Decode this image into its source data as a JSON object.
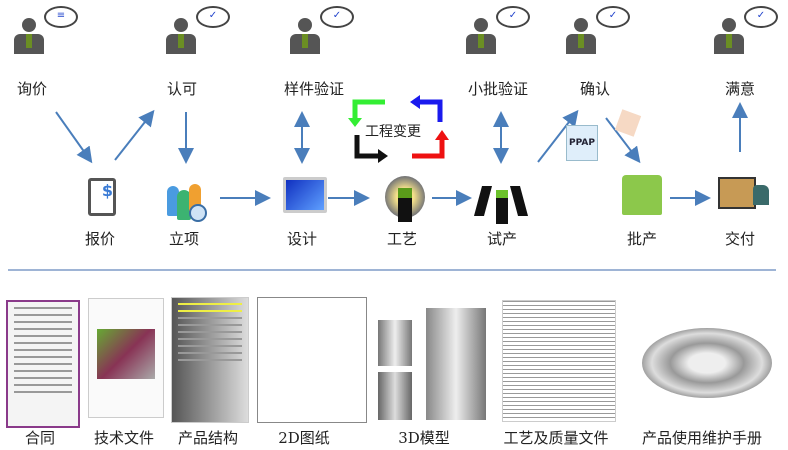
{
  "top_stages": [
    {
      "label": "询价"
    },
    {
      "label": "认可"
    },
    {
      "label": "样件验证"
    },
    {
      "label": "小批验证"
    },
    {
      "label": "确认"
    },
    {
      "label": "满意"
    }
  ],
  "bottom_stages": [
    {
      "label": "报价"
    },
    {
      "label": "立项"
    },
    {
      "label": "设计"
    },
    {
      "label": "工艺"
    },
    {
      "label": "试产"
    },
    {
      "label": "批产"
    },
    {
      "label": "交付"
    }
  ],
  "engineering_change": "工程变更",
  "ppap_label": "PPAP",
  "documents": [
    {
      "label": "合同"
    },
    {
      "label": "技术文件"
    },
    {
      "label": "产品结构"
    },
    {
      "label": "2D图纸"
    },
    {
      "label": "3D模型"
    },
    {
      "label": "工艺及质量文件"
    },
    {
      "label": "产品使用维护手册"
    }
  ],
  "colors": {
    "arrow": "#4a7ebb",
    "divider": "#7f9cc7",
    "green": "#33ee33",
    "blue": "#1a1aee",
    "red": "#ee1111",
    "black": "#111111"
  }
}
